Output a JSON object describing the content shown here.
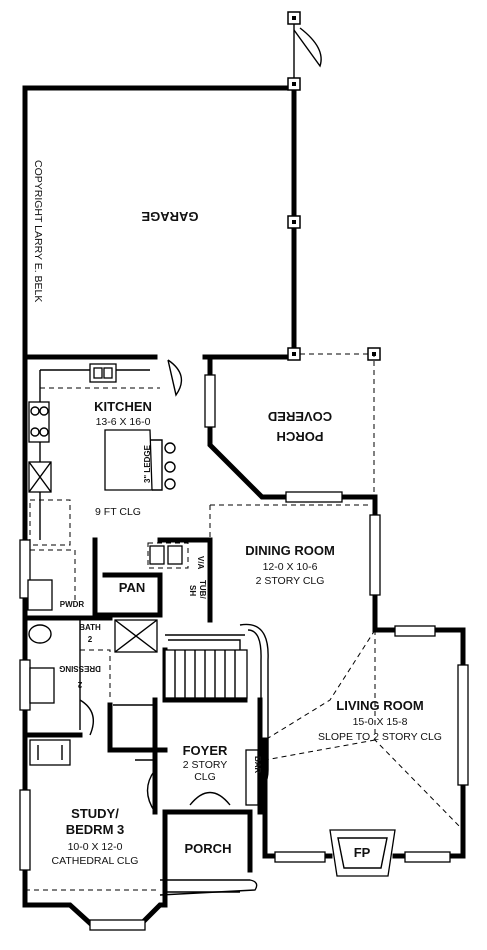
{
  "copyright": "COPYRIGHT LARRY E. BELK",
  "rooms": {
    "garage": {
      "name": "GARAGE"
    },
    "covered_porch": {
      "line1": "COVERED",
      "line2": "PORCH"
    },
    "kitchen": {
      "name": "KITCHEN",
      "size": "13-6 X 16-0",
      "ceiling": "9 FT CLG",
      "ledge": "3\" LEDGE"
    },
    "dining_room": {
      "name": "DINING ROOM",
      "size": "12-0 X 10-6",
      "ceiling": "2 STORY CLG"
    },
    "pan": {
      "name": "PAN"
    },
    "va": {
      "name": "V/A"
    },
    "tube_sh": {
      "line1": "TUB/",
      "line2": "SH"
    },
    "pwdr": {
      "name": "PWDR"
    },
    "bath": {
      "line1": "BATH",
      "line2": "2"
    },
    "dressing": {
      "line1": "DRESSING",
      "line2": "2"
    },
    "living_room": {
      "name": "LIVING ROOM",
      "size": "15-0 X 15-8",
      "ceiling": "SLOPE TO 2 STORY CLG"
    },
    "foyer": {
      "name": "FOYER",
      "ceiling1": "2 STORY",
      "ceiling2": "CLG"
    },
    "bar": {
      "name": "BAR"
    },
    "study": {
      "line1": "STUDY/",
      "line2": "BEDRM 3",
      "size": "10-0 X 12-0",
      "ceiling": "CATHEDRAL CLG"
    },
    "porch": {
      "name": "PORCH"
    },
    "fp": {
      "name": "FP"
    }
  }
}
